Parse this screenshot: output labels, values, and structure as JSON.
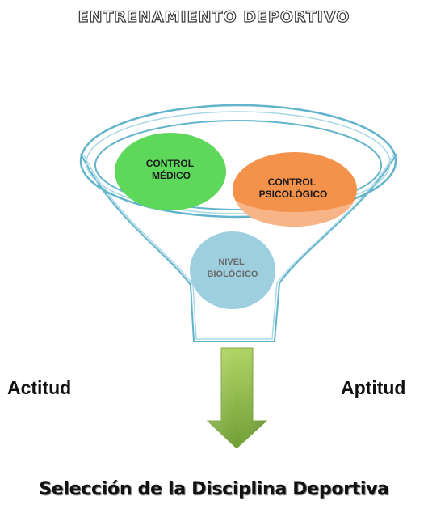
{
  "title": "ENTRENAMIENTO DEPORTIVO",
  "funnel": {
    "control_medico": [
      "CONTROL",
      "MÉDICO"
    ],
    "control_psicologico": [
      "CONTROL",
      "PSICOLÓGICO"
    ],
    "nivel_biologico": [
      "NIVEL",
      "BIOLÓGICO"
    ]
  },
  "labels": {
    "left": "Actitud",
    "right": "Aptitud"
  },
  "result": "Selección de la Disciplina Deportiva",
  "colors": {
    "funnel_outline": "#5fb3c9",
    "control_medico": "#5ed85b",
    "control_psicologico": "#f4924c",
    "nivel_biologico": "#9dcfdf",
    "arrow_top": "#a4cc57",
    "arrow_bottom": "#6e9e33"
  }
}
